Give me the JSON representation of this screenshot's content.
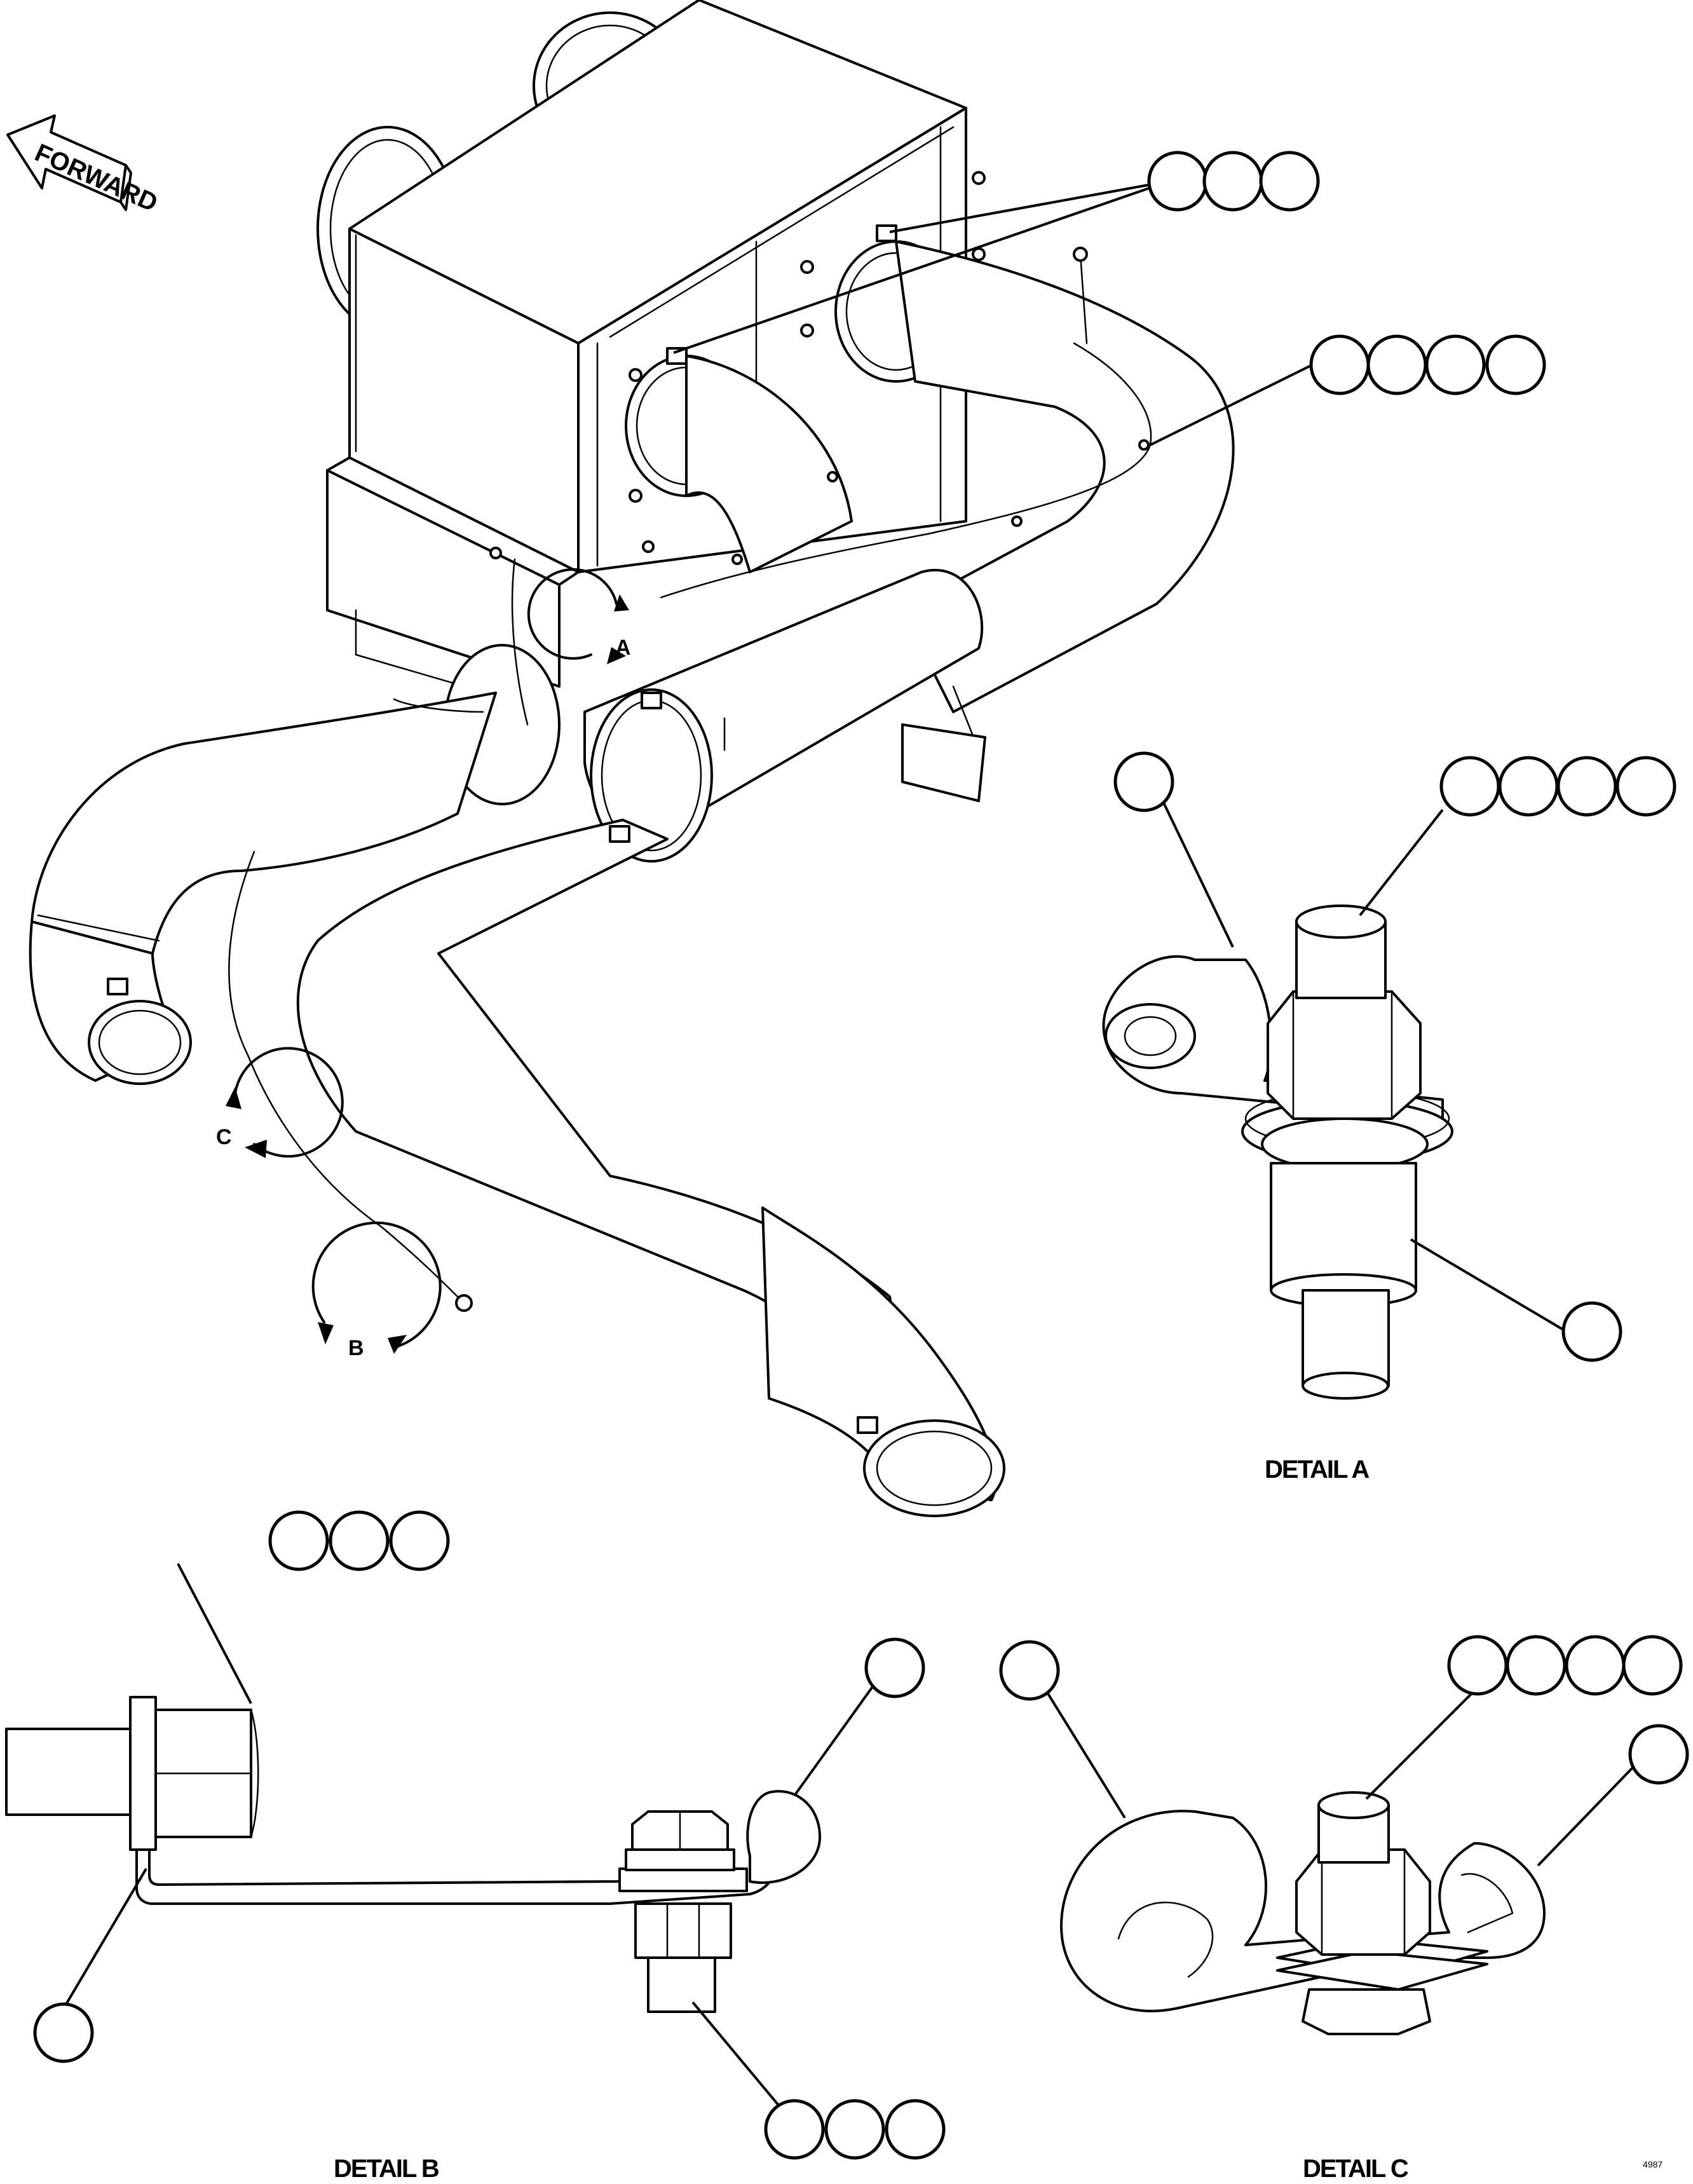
{
  "orientation": {
    "arrow_label": "FORWARD"
  },
  "view_markers": [
    {
      "id": "A",
      "letter": "A"
    },
    {
      "id": "B",
      "letter": "B"
    },
    {
      "id": "C",
      "letter": "C"
    }
  ],
  "details": [
    {
      "id": "A",
      "title": "DETAIL A"
    },
    {
      "id": "B",
      "title": "DETAIL B"
    },
    {
      "id": "C",
      "title": "DETAIL C"
    }
  ],
  "callout_groups": [
    {
      "id": "main-clamps-top",
      "balloon_count": 3,
      "balloon_text": ""
    },
    {
      "id": "main-clamps-right",
      "balloon_count": 4,
      "balloon_text": ""
    },
    {
      "id": "detail-a-clip",
      "balloon_count": 1,
      "balloon_text": ""
    },
    {
      "id": "detail-a-bolt",
      "balloon_count": 4,
      "balloon_text": ""
    },
    {
      "id": "detail-a-stud",
      "balloon_count": 1,
      "balloon_text": ""
    },
    {
      "id": "detail-b-bolt",
      "balloon_count": 3,
      "balloon_text": ""
    },
    {
      "id": "detail-b-clip",
      "balloon_count": 1,
      "balloon_text": ""
    },
    {
      "id": "detail-b-bracket",
      "balloon_count": 1,
      "balloon_text": ""
    },
    {
      "id": "detail-b-nut",
      "balloon_count": 3,
      "balloon_text": ""
    },
    {
      "id": "detail-c-clip-left",
      "balloon_count": 1,
      "balloon_text": ""
    },
    {
      "id": "detail-c-bolt",
      "balloon_count": 4,
      "balloon_text": ""
    },
    {
      "id": "detail-c-clip-right",
      "balloon_count": 1,
      "balloon_text": ""
    }
  ],
  "sheet_number": "4987"
}
